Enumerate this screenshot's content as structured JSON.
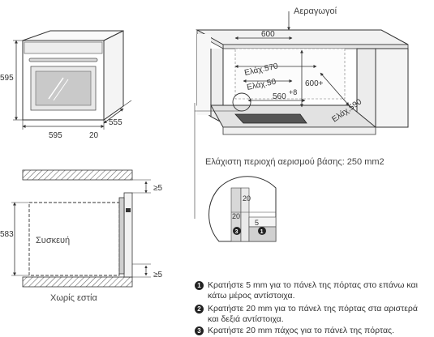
{
  "oven_front": {
    "height_label": "595",
    "width_label": "595",
    "depth_label": "555",
    "offset_label": "20"
  },
  "niche": {
    "vent_label": "Αεραγωγοί",
    "width_label": "600",
    "min570_label": "Ελάχ.570",
    "min50_label": "Ελάχ.50",
    "height_label": "600+",
    "depth_label": "560",
    "depth_tol": "+8",
    "min590_label": "Ελάχ.590",
    "ventilation_note": "Ελάχιστη περιοχή αερισμού βάσης: 250 mm2"
  },
  "side_section": {
    "top_gap": "≥5",
    "bottom_gap": "≥5",
    "height_label": "583",
    "appliance_label": "Συσκευή",
    "caption": "Χωρίς εστία"
  },
  "detail": {
    "n20a": "20",
    "n20b": "20",
    "n5": "5",
    "n1": "1",
    "m3": "3",
    "m1": "1"
  },
  "notes": [
    {
      "num": "1",
      "line1": "Κρατήστε 5 mm για το πάνελ της πόρτας στο επάνω και",
      "line2": "κάτω μέρος αντίστοιχα."
    },
    {
      "num": "2",
      "line1": "Κρατήστε 20 mm για το πάνελ της πόρτας στα αριστερά",
      "line2": "και δεξιά αντίστοιχα."
    },
    {
      "num": "3",
      "line1": "Κρατήστε 20 mm πάχος για το πάνελ της πόρτας.",
      "line2": ""
    }
  ]
}
